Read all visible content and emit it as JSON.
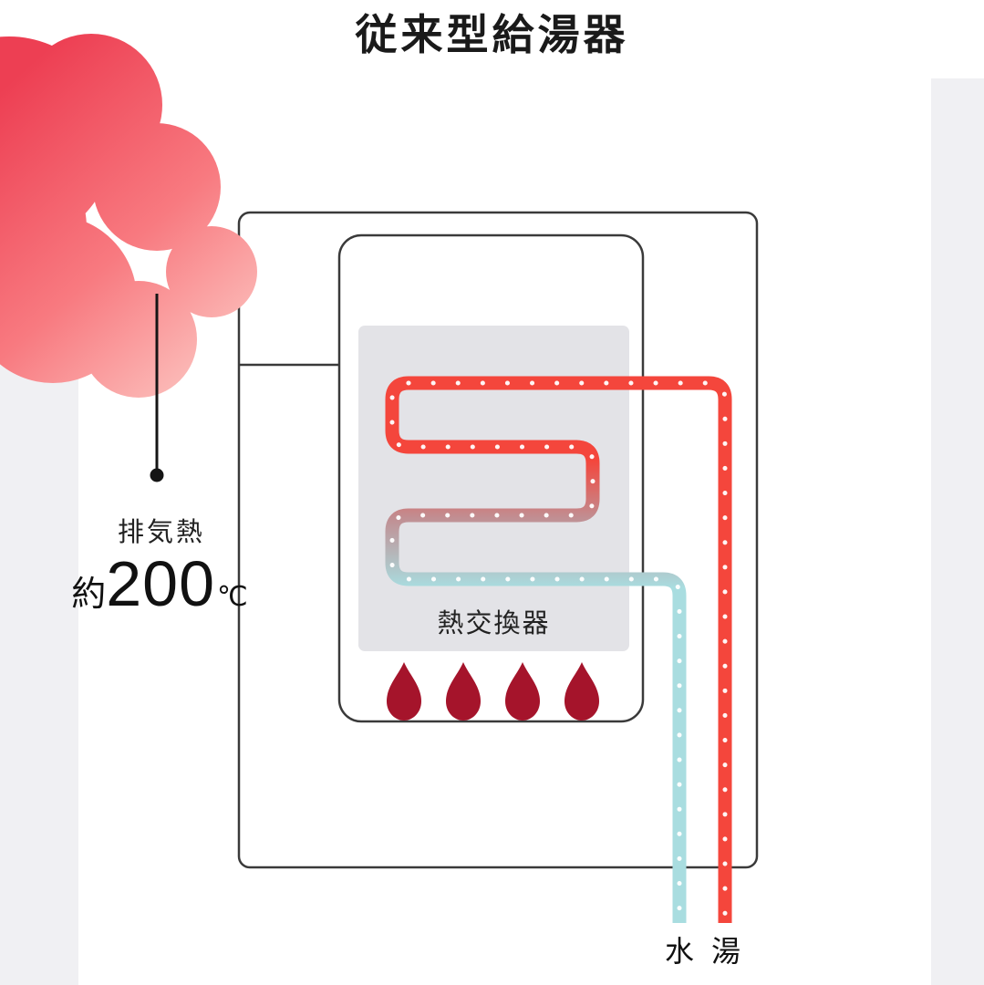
{
  "title": "従来型給湯器",
  "labels": {
    "exhaust_heat": "排気熱",
    "temp_prefix": "約",
    "temp_value": "200",
    "temp_unit": "℃",
    "heat_exchanger": "熱交換器",
    "cold_water": "水",
    "hot_water": "湯"
  },
  "colors": {
    "ink": "#151515",
    "outline": "#3a3a3a",
    "pipe_hot": "#f4463c",
    "pipe_mid": "#c18e92",
    "pipe_cold": "#a9dde0",
    "pipe_dot": "#ffffff",
    "flame": "#a5142b",
    "cloud_start": "#ed3f53",
    "cloud_mid": "#f87a80",
    "cloud_end": "#fcc4c0",
    "exchanger_bg": "#e3e3e7",
    "side_strip": "#f0f0f3"
  }
}
